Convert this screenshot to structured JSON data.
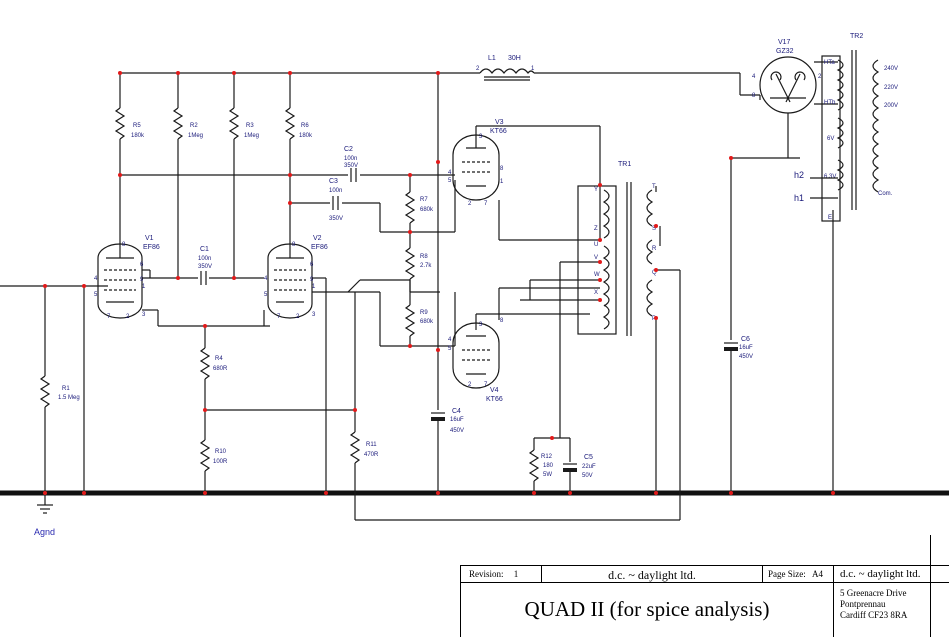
{
  "title_block": {
    "revision_label": "Revision:",
    "revision_value": "1",
    "company": "d.c. ~ daylight ltd.",
    "page_size_label": "Page Size:",
    "page_size_value": "A4",
    "company_right": "d.c. ~ daylight ltd.",
    "title": "QUAD II (for spice analysis)",
    "address_line1": "5 Greenacre Drive",
    "address_line2": "Pontprennau",
    "address_line3": "Cardiff CF23 8RA"
  },
  "ground": {
    "label": "Agnd"
  },
  "components": {
    "R1": {
      "ref": "R1",
      "value": "1.5 Meg"
    },
    "R2": {
      "ref": "R2",
      "value": "1Meg"
    },
    "R3": {
      "ref": "R3",
      "value": "1Meg"
    },
    "R4": {
      "ref": "R4",
      "value": "680R"
    },
    "R5": {
      "ref": "R5",
      "value": "180k"
    },
    "R6": {
      "ref": "R6",
      "value": "180k"
    },
    "R7": {
      "ref": "R7",
      "value": "680k"
    },
    "R8": {
      "ref": "R8",
      "value": "2.7k"
    },
    "R9": {
      "ref": "R9",
      "value": "680k"
    },
    "R10": {
      "ref": "R10",
      "value": "100R"
    },
    "R11": {
      "ref": "R11",
      "value": "470R"
    },
    "R12": {
      "ref": "R12",
      "value1": "180",
      "value2": "5W"
    },
    "C1": {
      "ref": "C1",
      "value1": "100n",
      "value2": "350V"
    },
    "C2": {
      "ref": "C2",
      "value1": "100n",
      "value2": "350V"
    },
    "C3": {
      "ref": "C3",
      "value1": "100n",
      "value2": "350V"
    },
    "C4": {
      "ref": "C4",
      "value1": "16uF",
      "value2": "450V"
    },
    "C5": {
      "ref": "C5",
      "value1": "22uF",
      "value2": "50V"
    },
    "C6": {
      "ref": "C6",
      "value1": "16uF",
      "value2": "450V"
    },
    "L1": {
      "ref": "L1",
      "value": "30H"
    },
    "V1": {
      "ref": "V1",
      "value": "EF86"
    },
    "V2": {
      "ref": "V2",
      "value": "EF86"
    },
    "V3": {
      "ref": "V3",
      "value": "KT66"
    },
    "V4": {
      "ref": "V4",
      "value": "KT66"
    },
    "V17": {
      "ref": "V17",
      "value": "GZ32"
    },
    "TR1": {
      "ref": "TR1"
    },
    "TR2": {
      "ref": "TR2"
    }
  },
  "tr1_pins": [
    "Y",
    "Z",
    "U",
    "V",
    "W",
    "X",
    "T",
    "S",
    "R",
    "Q",
    "P"
  ],
  "tr2_taps": [
    "HTa",
    "HTb",
    "6V",
    "6.3V",
    "E",
    "240V",
    "220V",
    "200V",
    "Com."
  ],
  "heater_labels": [
    "h2",
    "h1"
  ],
  "pin_numbers": {
    "v1": [
      "8",
      "6",
      "9",
      "4",
      "5",
      "1",
      "3",
      "7",
      "2"
    ],
    "v2": [
      "8",
      "6",
      "9",
      "4",
      "5",
      "1",
      "3",
      "7",
      "2"
    ],
    "v3": [
      "3",
      "4",
      "5",
      "8",
      "1",
      "2",
      "7"
    ],
    "v4": [
      "3",
      "4",
      "5",
      "8",
      "2",
      "7"
    ],
    "l1": [
      "2",
      "1"
    ],
    "v17": [
      "4",
      "8",
      "2"
    ]
  },
  "colors": {
    "wire": "#1a1a1a",
    "junction": "#e21a1a",
    "label": "#1a1a7a",
    "ground_label": "#2a2ab0"
  }
}
